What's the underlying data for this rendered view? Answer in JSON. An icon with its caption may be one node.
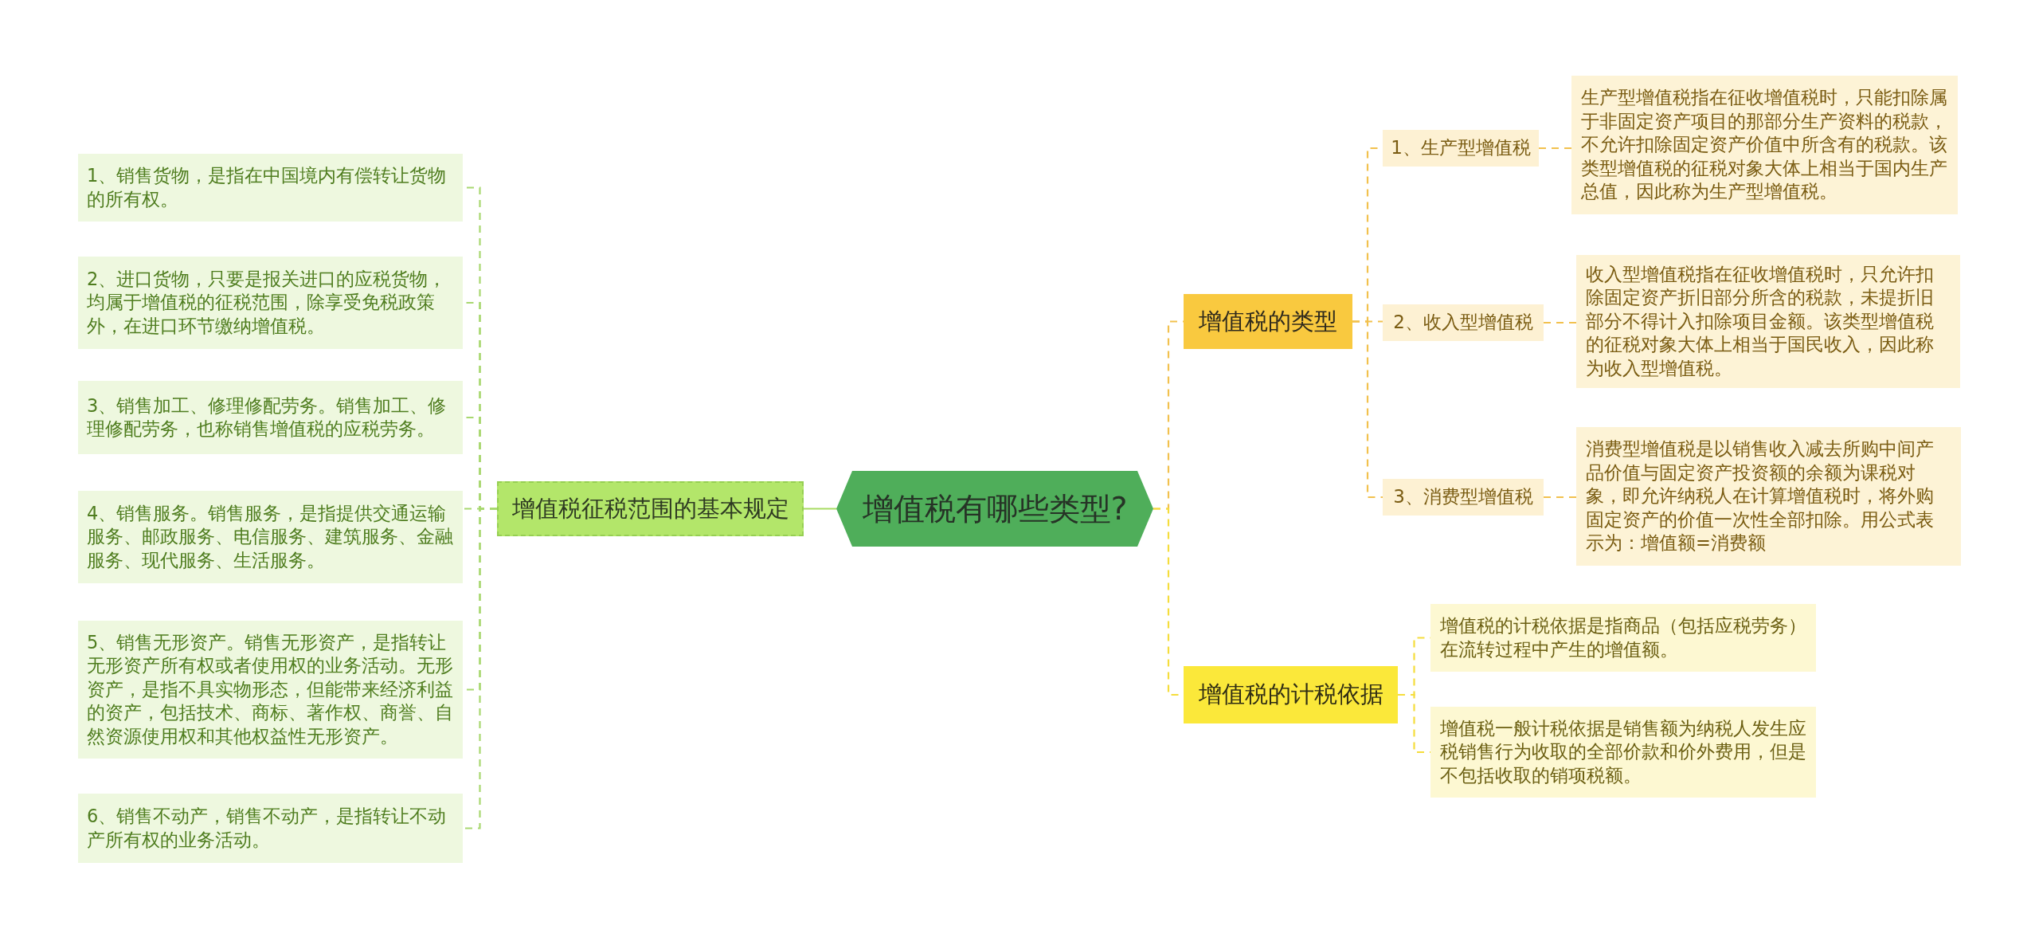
{
  "diagram": {
    "nodes": [
      {
        "text": [
          "增值税有哪些类型?"
        ]
      },
      {
        "text": [
          "增值税征税范围的基本规定"
        ]
      },
      {
        "text": [
          "1、销售货物，是指在中国境内有偿转让货物的所有权。"
        ]
      },
      {
        "text": [
          "2、进口货物，只要是报关进口的应税货物，均属于增值税的征税范围，除享受免税政策外，在进口环节缴纳增值税。"
        ]
      },
      {
        "text": [
          "3、销售加工、修理修配劳务。销售加工、修理修配劳务，也称销售增值税的应税劳务。"
        ]
      },
      {
        "text": [
          "4、销售服务。销售服务，是指提供交通运输服务、邮政服务、电信服务、建筑服务、金融服务、现代服务、生活服务。"
        ]
      },
      {
        "text": [
          "5、销售无形资产。销售无形资产，是指转让无形资产所有权或者使用权的业务活动。无形资产，是指不具实物形态，但能带来经济利益的资产，包括技术、商标、著作权、商誉、自然资源使用权和其他权益性无形资产。"
        ]
      },
      {
        "text": [
          "6、销售不动产，销售不动产，是指转让不动产所有权的业务活动。"
        ]
      },
      {
        "text": [
          "增值税的类型"
        ]
      },
      {
        "text": [
          "1、生产型增值税"
        ]
      },
      {
        "text": [
          "生产型增值税指在征收增值税时，只能扣除属于非固定资产项目的那部分生产资料的税款，不允许扣除固定资产价值中所含有的税款。该类型增值税的征税对象大体上相当于国内生产总值，因此称为生产型增值税。"
        ]
      },
      {
        "text": [
          "2、收入型增值税"
        ]
      },
      {
        "text": [
          "收入型增值税指在征收增值税时，只允许扣除固定资产折旧部分所含的税款，未提折旧部分不得计入扣除项目金额。该类型增值税的征税对象大体上相当于国民收入，因此称为收入型增值税。"
        ]
      },
      {
        "text": [
          "3、消费型增值税"
        ]
      },
      {
        "text": [
          "消费型增值税是以销售收入减去所购中间产品价值与固定资产投资额的余额为课税对象，即允许纳税人在计算增值税时，将外购固定资产的价值一次性全部扣除。用公式表示为：增值额=消费额"
        ]
      },
      {
        "text": [
          "增值税的计税依据"
        ]
      },
      {
        "text": [
          "增值税的计税依据是指商品（包括应税劳务）在流转过程中产生的增值额。"
        ]
      },
      {
        "text": [
          "增值税一般计税依据是销售额为纳税人发生应税销售行为收取的全部价款和价外费用，但是不包括收取的销项税额。"
        ]
      }
    ],
    "edges": [
      {
        "from": 0,
        "to": 1,
        "arrow": "none",
        "color": "#a8dc62"
      },
      {
        "from": 1,
        "to": 2,
        "arrow": "none",
        "style": "dashed",
        "color": "#a8d870"
      },
      {
        "from": 1,
        "to": 3,
        "arrow": "none",
        "style": "dashed",
        "color": "#a8d870"
      },
      {
        "from": 1,
        "to": 4,
        "arrow": "none",
        "style": "dashed",
        "color": "#a8d870"
      },
      {
        "from": 1,
        "to": 5,
        "arrow": "none",
        "style": "dashed",
        "color": "#a8d870"
      },
      {
        "from": 1,
        "to": 6,
        "arrow": "none",
        "style": "dashed",
        "color": "#a8d870"
      },
      {
        "from": 1,
        "to": 7,
        "arrow": "none",
        "style": "dashed",
        "color": "#a8d870"
      },
      {
        "from": 0,
        "to": 8,
        "arrow": "none",
        "style": "dashed",
        "color": "#f2c14e"
      },
      {
        "from": 8,
        "to": 9,
        "arrow": "none",
        "style": "dashed",
        "color": "#f2c14e"
      },
      {
        "from": 9,
        "to": 10,
        "arrow": "none",
        "style": "dashed",
        "color": "#f2c14e"
      },
      {
        "from": 8,
        "to": 11,
        "arrow": "none",
        "style": "dashed",
        "color": "#f2c14e"
      },
      {
        "from": 11,
        "to": 12,
        "arrow": "none",
        "style": "dashed",
        "color": "#f2c14e"
      },
      {
        "from": 8,
        "to": 13,
        "arrow": "none",
        "style": "dashed",
        "color": "#f2c14e"
      },
      {
        "from": 13,
        "to": 14,
        "arrow": "none",
        "style": "dashed",
        "color": "#f2c14e"
      },
      {
        "from": 0,
        "to": 15,
        "arrow": "none",
        "style": "dashed",
        "color": "#f5dd3c"
      },
      {
        "from": 15,
        "to": 16,
        "arrow": "none",
        "style": "dashed",
        "color": "#f5dd3c"
      },
      {
        "from": 15,
        "to": 17,
        "arrow": "none",
        "style": "dashed",
        "color": "#f5dd3c"
      }
    ]
  }
}
